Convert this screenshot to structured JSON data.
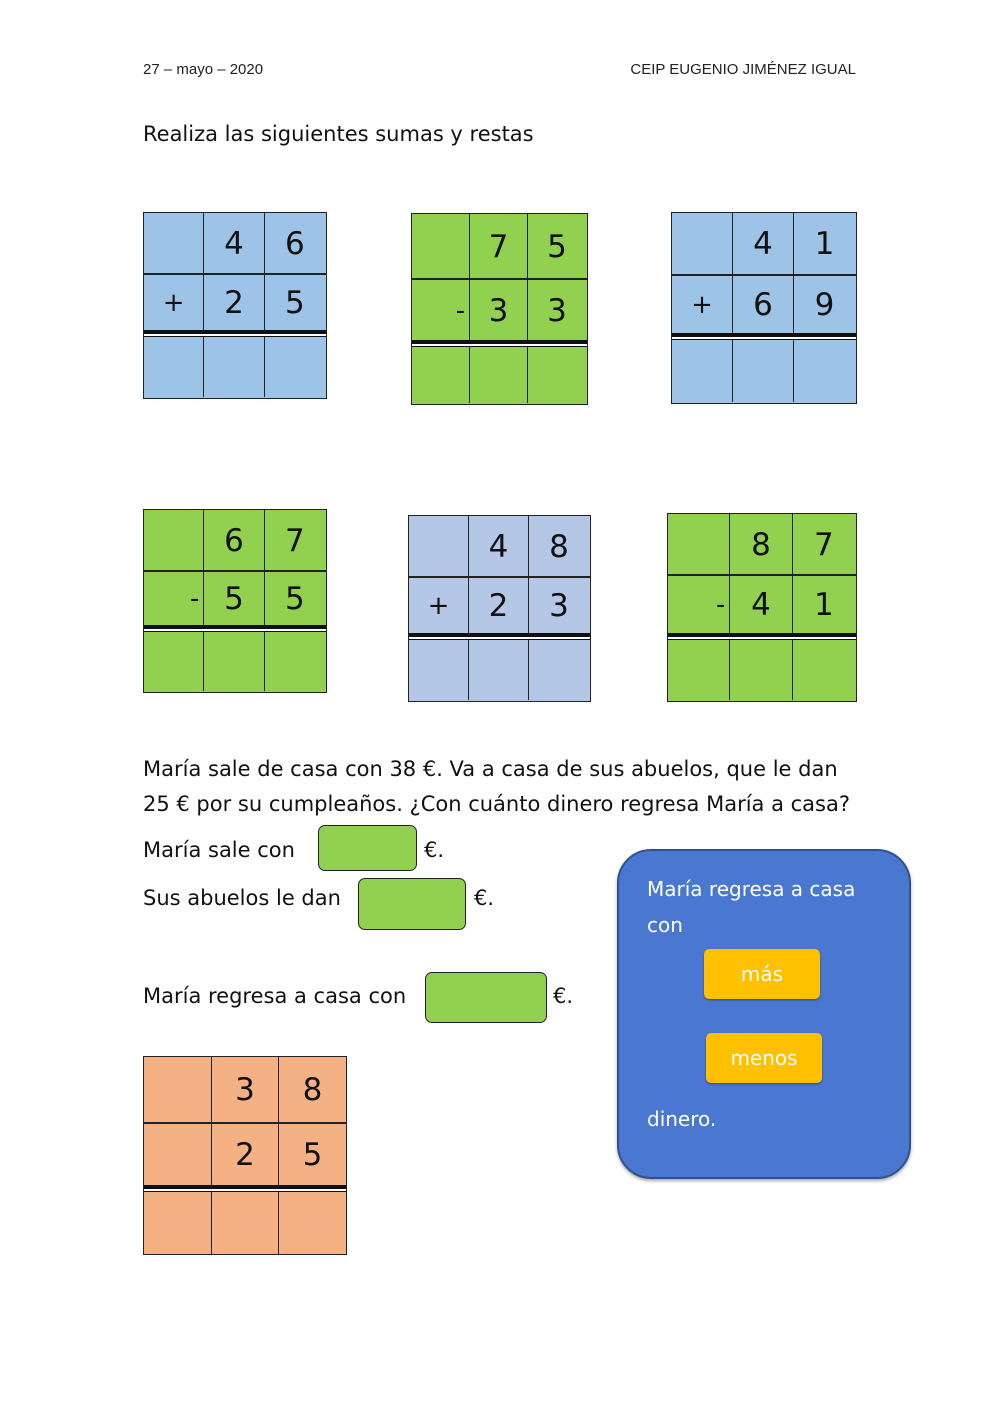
{
  "header": {
    "date": "27 – mayo – 2020",
    "school": "CEIP EUGENIO JIMÉNEZ IGUAL"
  },
  "instruction": "Realiza las siguientes sumas y restas",
  "operations": [
    {
      "top": [
        "",
        "4",
        "6"
      ],
      "bottom": [
        "+",
        "2",
        "5"
      ],
      "color": "#9dc3e6"
    },
    {
      "top": [
        "",
        "7",
        "5"
      ],
      "bottom": [
        "-",
        "3",
        "3"
      ],
      "color": "#92d050"
    },
    {
      "top": [
        "",
        "4",
        "1"
      ],
      "bottom": [
        "+",
        "6",
        "9"
      ],
      "color": "#9dc3e6"
    },
    {
      "top": [
        "",
        "6",
        "7"
      ],
      "bottom": [
        "-",
        "5",
        "5"
      ],
      "color": "#92d050"
    },
    {
      "top": [
        "",
        "4",
        "8"
      ],
      "bottom": [
        "+",
        "2",
        "3"
      ],
      "color": "#b4c7e7"
    },
    {
      "top": [
        "",
        "8",
        "7"
      ],
      "bottom": [
        "-",
        "4",
        "1"
      ],
      "color": "#92d050"
    }
  ],
  "problem": {
    "text_line1": "María sale de casa con 38 €. Va a casa de sus abuelos, que le dan",
    "text_line2": "25 € por su cumpleaños. ¿Con cuánto dinero regresa María a casa?",
    "q1_label": "María sale con",
    "q2_label": "Sus abuelos le dan",
    "q3_label": "María regresa a casa con",
    "unit": "€."
  },
  "final_grid": {
    "top": [
      "",
      "3",
      "8"
    ],
    "bottom": [
      "",
      "2",
      "5"
    ],
    "color": "#f4b183"
  },
  "panel": {
    "line1": "María regresa a casa",
    "line2": "con",
    "option_more": "más",
    "option_less": "menos",
    "ending": "dinero."
  }
}
